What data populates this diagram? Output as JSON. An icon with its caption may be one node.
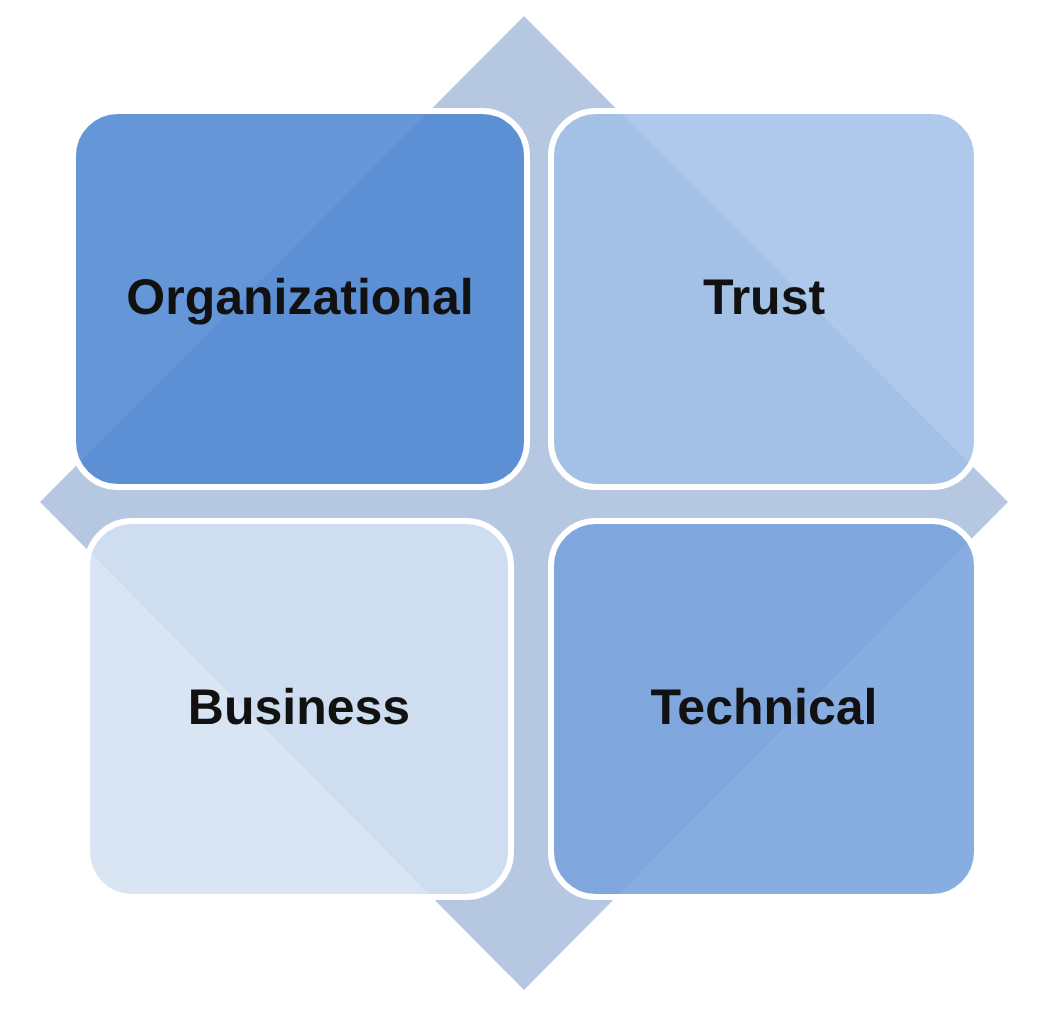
{
  "diagram": {
    "nodes": [
      {
        "text": [
          "Organizational"
        ]
      },
      {
        "text": [
          "Trust"
        ]
      },
      {
        "text": [
          "Business"
        ]
      },
      {
        "text": [
          "Technical"
        ]
      }
    ]
  }
}
